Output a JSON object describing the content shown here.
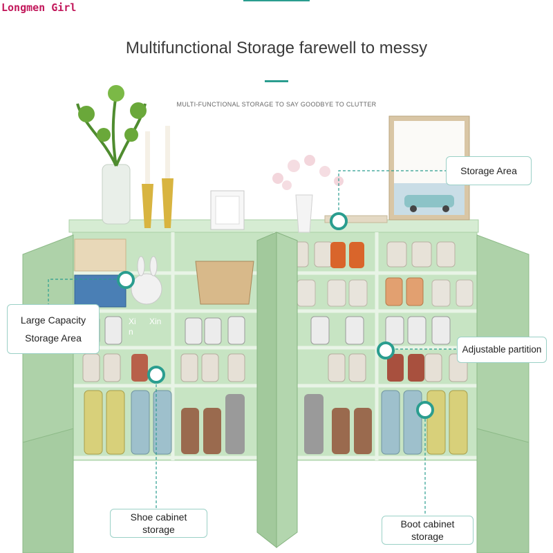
{
  "watermark": "Longmen Girl",
  "title": "Multifunctional Storage farewell to messy",
  "subtitle": "MULTI-FUNCTIONAL STORAGE TO SAY GOODBYE TO CLUTTER",
  "callouts": {
    "storage_area": "Storage Area",
    "large_capacity_line1": "Large Capacity",
    "large_capacity_line2": "Storage Area",
    "adjustable_partition": "Adjustable partition",
    "shoe_cabinet_line1": "Shoe cabinet",
    "shoe_cabinet_line2": "storage",
    "boot_cabinet_line1": "Boot cabinet",
    "boot_cabinet_line2": "storage"
  },
  "rabbit_tag": {
    "line1": "Xi",
    "line2": "n",
    "line3": "Xin"
  },
  "colors": {
    "cabinet": "#b9dcb6",
    "cabinet_dark": "#9cc79a",
    "accent": "#2a9d8f",
    "watermark": "#c2185b"
  }
}
